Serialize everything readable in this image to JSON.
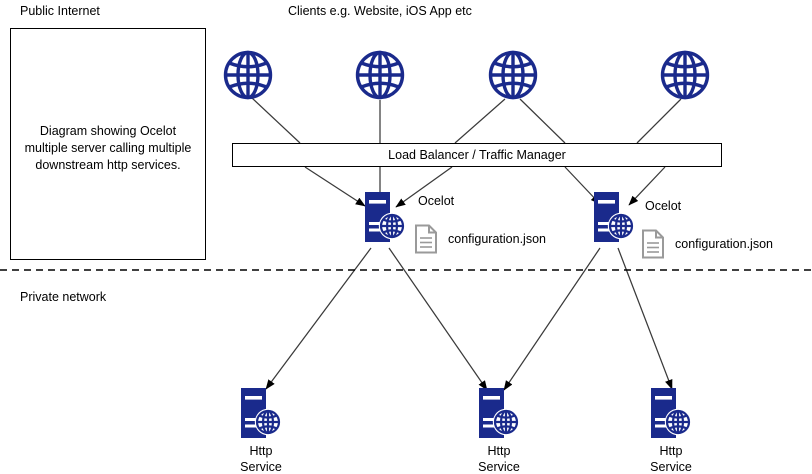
{
  "diagram": {
    "title_description": "Diagram showing Ocelot multiple server calling multiple downstream http services.",
    "zones": [
      {
        "id": "public",
        "label": "Public Internet"
      },
      {
        "id": "private",
        "label": "Private network"
      }
    ],
    "clients_header": "Clients e.g. Website, iOS App etc",
    "load_balancer": {
      "label": "Load Balancer / Traffic Manager"
    },
    "clients": [
      {
        "id": "client-1",
        "icon": "globe-icon"
      },
      {
        "id": "client-2",
        "icon": "globe-icon"
      },
      {
        "id": "client-3",
        "icon": "globe-icon"
      },
      {
        "id": "client-4",
        "icon": "globe-icon"
      }
    ],
    "ocelot_servers": [
      {
        "id": "ocelot-1",
        "label": "Ocelot",
        "icon": "server-globe-icon",
        "config_file": "configuration.json",
        "config_icon": "document-icon"
      },
      {
        "id": "ocelot-2",
        "label": "Ocelot",
        "icon": "server-globe-icon",
        "config_file": "configuration.json",
        "config_icon": "document-icon"
      }
    ],
    "http_services": [
      {
        "id": "http-service-1",
        "label": "Http\nService",
        "icon": "server-globe-icon"
      },
      {
        "id": "http-service-2",
        "label": "Http\nService",
        "icon": "server-globe-icon"
      },
      {
        "id": "http-service-3",
        "label": "Http\nService",
        "icon": "server-globe-icon"
      }
    ],
    "colors": {
      "node_blue": "#1a2a8c",
      "line_black": "#2b2b2b",
      "doc_gray": "#9a9a9a",
      "background": "#ffffff"
    }
  }
}
